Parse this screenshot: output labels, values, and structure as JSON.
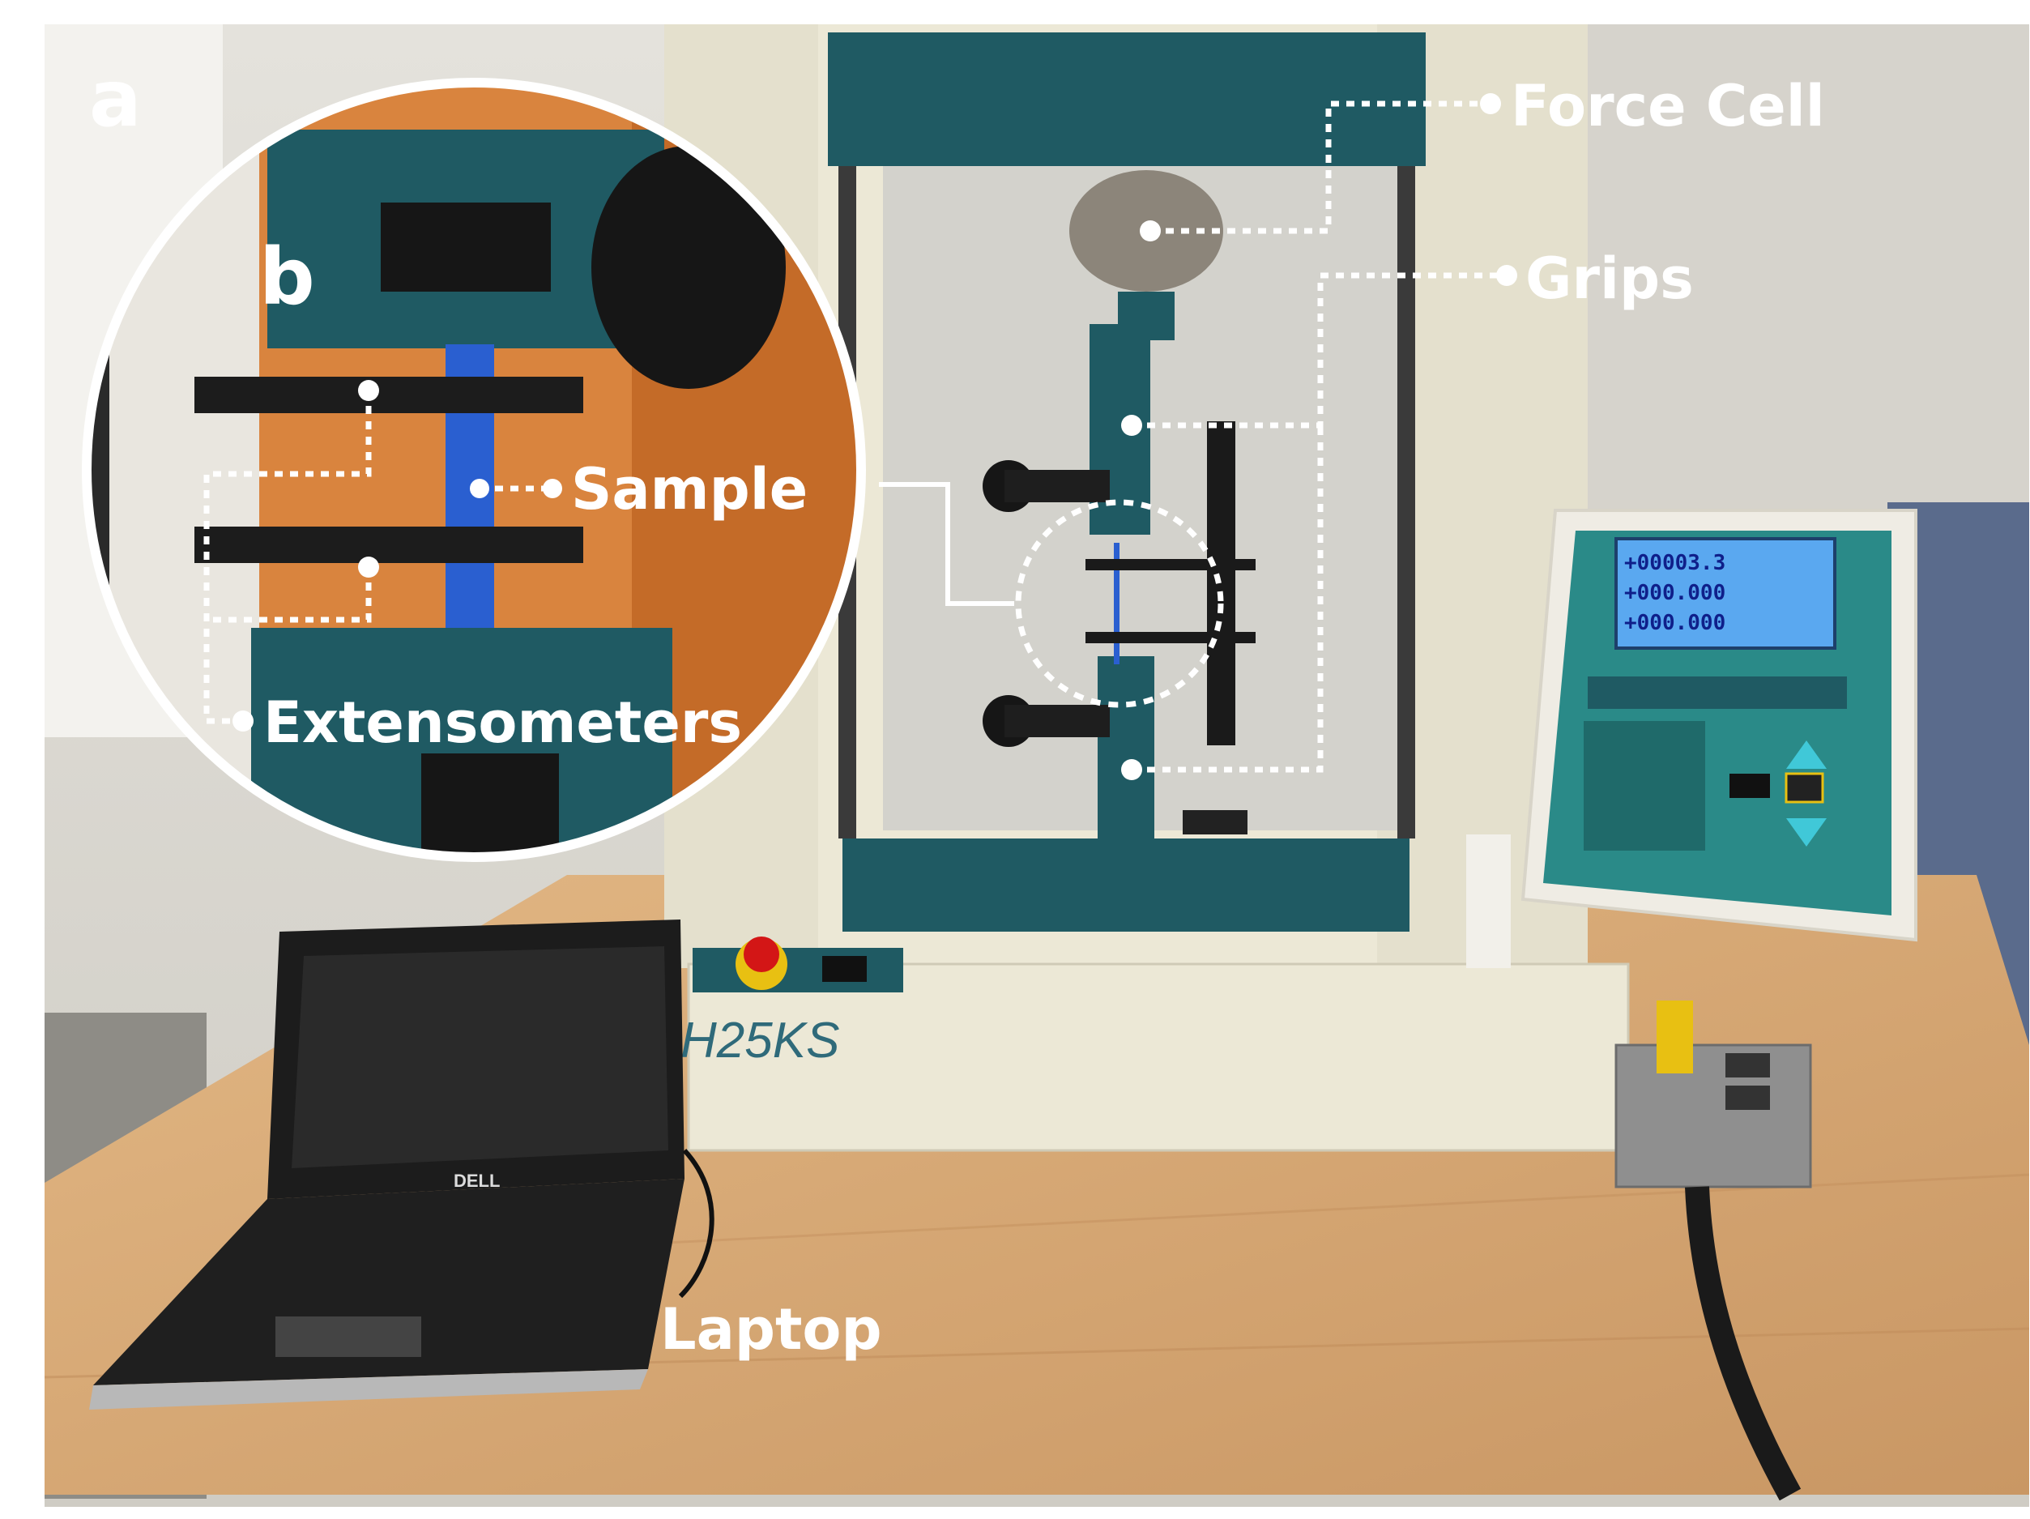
{
  "panel_labels": {
    "a": "a",
    "b": "b"
  },
  "callouts": {
    "force_cell": "Force Cell",
    "grips": "Grips",
    "sample": "Sample",
    "extensometers": "Extensometers",
    "laptop": "Laptop"
  },
  "machine": {
    "model": "H25KS"
  },
  "laptop": {
    "brand": "DELL"
  },
  "controller_display": {
    "readings": [
      "+00003.3",
      "+000.000",
      "+000.000"
    ]
  },
  "colors": {
    "machine_teal": "#1f5a63",
    "machine_cream": "#ece8d6",
    "bench_wood": "#d9ac78",
    "wall": "#dedbd3",
    "cabinet_orange": "#d9843e",
    "sample_blue": "#2a5fd0",
    "lcd_blue": "#5aa8f0",
    "annotation_white": "#ffffff"
  }
}
